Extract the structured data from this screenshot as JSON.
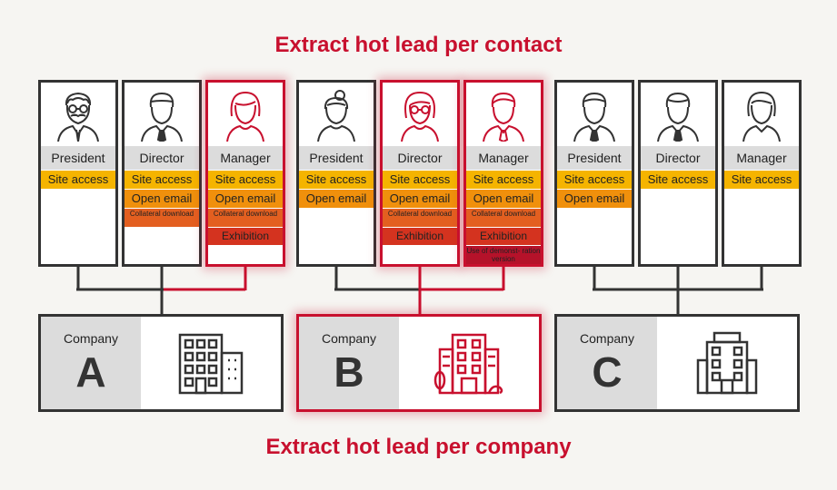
{
  "title_top": "Extract hot lead per contact",
  "title_bottom": "Extract hot lead per company",
  "colors": {
    "accent": "#c8102e",
    "site_access": "#f5b400",
    "open_email": "#f0900c",
    "collateral": "#e35f20",
    "exhibition": "#d4331f",
    "demo": "#b5122a"
  },
  "contacts": [
    {
      "role": "President",
      "activities": [
        "Site access"
      ]
    },
    {
      "role": "Director",
      "activities": [
        "Site access",
        "Open email",
        "Collateral download"
      ]
    },
    {
      "role": "Manager",
      "activities": [
        "Site access",
        "Open email",
        "Collateral download",
        "Exhibition"
      ]
    },
    {
      "role": "President",
      "activities": [
        "Site access",
        "Open email"
      ]
    },
    {
      "role": "Director",
      "activities": [
        "Site access",
        "Open email",
        "Collateral download",
        "Exhibition"
      ]
    },
    {
      "role": "Manager",
      "activities": [
        "Site access",
        "Open email",
        "Collateral download",
        "Exhibition",
        "Use of demonst- ration version"
      ]
    },
    {
      "role": "President",
      "activities": [
        "Site access",
        "Open email"
      ]
    },
    {
      "role": "Director",
      "activities": [
        "Site access"
      ]
    },
    {
      "role": "Manager",
      "activities": [
        "Site access"
      ]
    }
  ],
  "companies": [
    {
      "label": "Company",
      "letter": "A"
    },
    {
      "label": "Company",
      "letter": "B"
    },
    {
      "label": "Company",
      "letter": "C"
    }
  ]
}
